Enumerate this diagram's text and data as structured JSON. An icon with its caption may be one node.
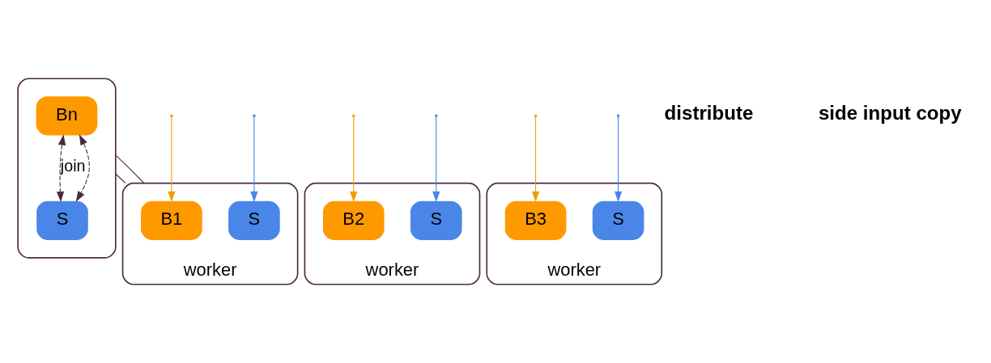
{
  "diagram": {
    "nodes": [
      {
        "text": [],
        "shape": "box"
      },
      {
        "text": [
          "Bn"
        ],
        "in": 0
      },
      {
        "text": [
          "S"
        ],
        "in": 0
      },
      {
        "text": [
          "worker"
        ]
      },
      {
        "text": [
          "B1"
        ],
        "in": 3
      },
      {
        "text": [
          "S"
        ],
        "in": 3
      },
      {
        "text": [
          "worker"
        ]
      },
      {
        "text": [
          "B2"
        ],
        "in": 6
      },
      {
        "text": [
          "S"
        ],
        "in": 6
      },
      {
        "text": [
          "worker"
        ]
      },
      {
        "text": [
          "B3"
        ],
        "in": 9
      },
      {
        "text": [
          "S"
        ],
        "in": 9
      }
    ],
    "edges": [
      {
        "from": 1,
        "to": 2,
        "arrow": "both",
        "style": "dashed",
        "color": "#4a2a40",
        "label": "join"
      },
      {
        "from": 1,
        "to": 2,
        "arrow": "both",
        "style": "dashed",
        "color": "#4a2a40"
      },
      {
        "from": 0,
        "to": 3,
        "arrow": "none",
        "color": "#4a2a40"
      },
      {
        "from": 0,
        "to": 3,
        "arrow": "none",
        "color": "#4a2a40"
      },
      {
        "from": null,
        "to": 4,
        "arrow": "to",
        "color": "#f39c00"
      },
      {
        "from": null,
        "to": 7,
        "arrow": "to",
        "color": "#f39c00"
      },
      {
        "from": null,
        "to": 10,
        "arrow": "to",
        "color": "#f39c00"
      },
      {
        "from": null,
        "to": 5,
        "arrow": "to",
        "color": "#4a86e8"
      },
      {
        "from": null,
        "to": 8,
        "arrow": "to",
        "color": "#4a86e8"
      },
      {
        "from": null,
        "to": 11,
        "arrow": "to",
        "color": "#4a86e8"
      }
    ],
    "labels": [
      "distribute",
      "side input copy"
    ]
  }
}
